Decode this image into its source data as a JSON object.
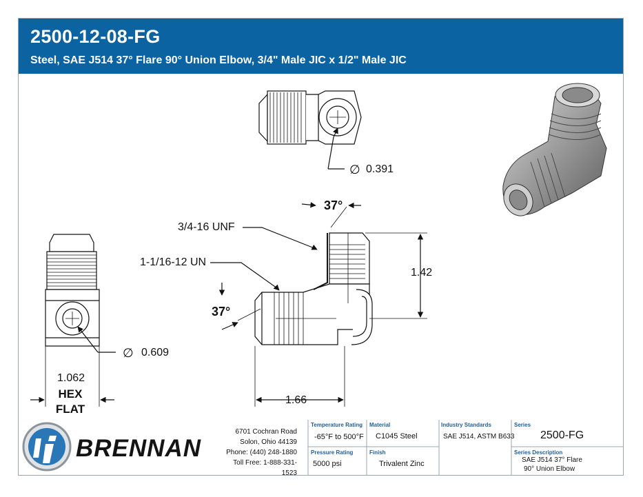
{
  "header": {
    "part_number": "2500-12-08-FG",
    "description": "Steel, SAE J514 37° Flare 90° Union Elbow, 3/4\" Male JIC x 1/2\" Male JIC"
  },
  "dimensions": {
    "top_view_diameter": "0.391",
    "left_view_diameter": "0.609",
    "hex_value": "1.062",
    "hex_label_line1": "HEX",
    "hex_label_line2": "FLAT",
    "thread_top": "3/4-16 UNF",
    "thread_side": "1-1/16-12 UN",
    "angle_top": "37°",
    "angle_side": "37°",
    "height": "1.42",
    "length": "1.66",
    "diameter_symbol": "∅"
  },
  "company": {
    "name": "BRENNAN",
    "logo_text": "bj",
    "address_line1": "6701 Cochran Road",
    "address_line2": "Solon, Ohio 44139",
    "phone": "Phone: (440) 248-1880",
    "toll_free": "Toll Free: 1-888-331-1523"
  },
  "specs": {
    "temperature_rating_label": "Temperature Rating",
    "temperature_rating": "-65°F to 500°F",
    "pressure_rating_label": "Pressure Rating",
    "pressure_rating": "5000 psi",
    "material_label": "Material",
    "material": "C1045 Steel",
    "finish_label": "Finish",
    "finish": "Trivalent Zinc",
    "industry_standards_label": "Industry Standards",
    "industry_standards": "SAE J514, ASTM B633",
    "series_label": "Series",
    "series": "2500-FG",
    "series_description_label": "Series Description",
    "series_description_line1": "SAE J514 37° Flare",
    "series_description_line2": "90° Union Elbow"
  },
  "colors": {
    "header_blue": "#0b63a1",
    "label_blue": "#1f5f9a",
    "logo_blue": "#2a77b7"
  }
}
